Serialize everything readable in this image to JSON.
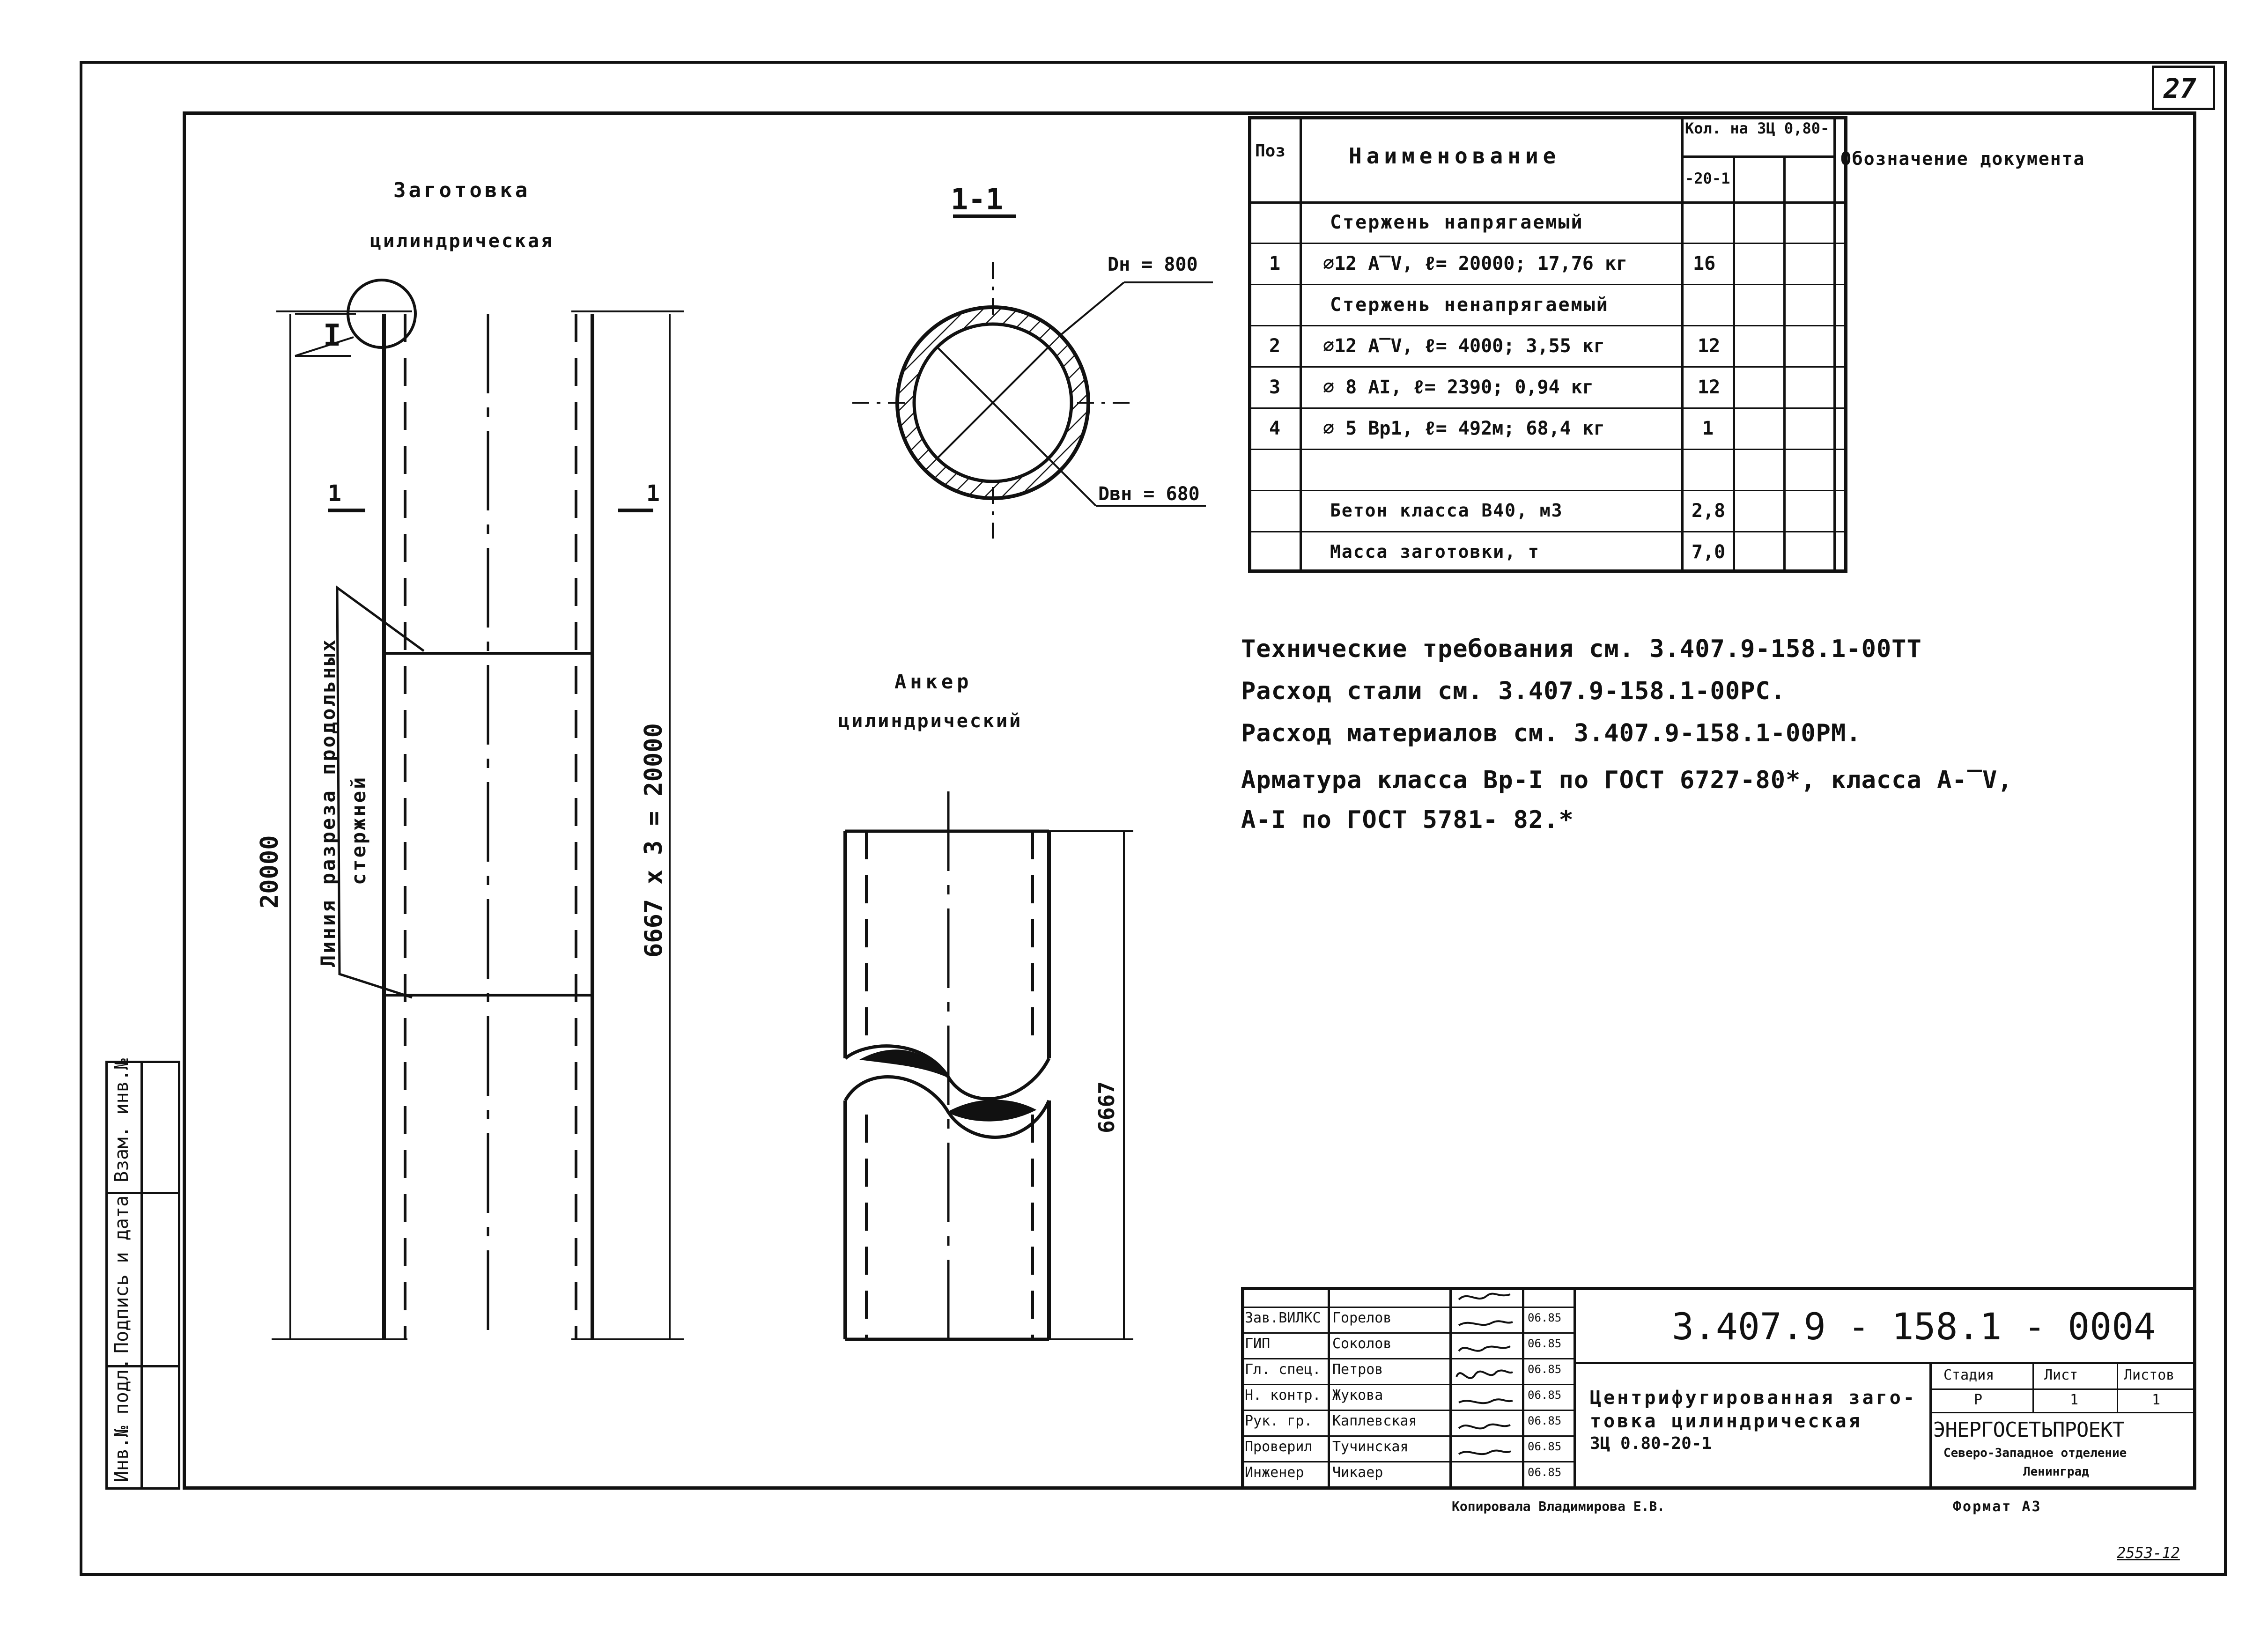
{
  "page": {
    "number": "27"
  },
  "side_stamp": {
    "cells": [
      "Взам. инв.№",
      "Подпись и дата",
      "Инв.№ подл."
    ]
  },
  "billet": {
    "title_line1": "Заготовка",
    "title_line2": "цилиндрическая",
    "node_label": "I",
    "section_mark_left": "1",
    "section_mark_right": "1",
    "cut_line_label_line1": "Линия разреза продольных",
    "cut_line_label_line2": "стержней",
    "dim_total": "20000",
    "dim_segments": "6667 х 3 = 20000"
  },
  "section": {
    "title": "1-1",
    "outer_diameter": "Dн = 800",
    "inner_diameter": "Dвн = 680"
  },
  "anchor": {
    "title_line1": "Анкер",
    "title_line2": "цилиндрический",
    "dim_length": "6667"
  },
  "spec_table": {
    "headers": {
      "pos": "Поз",
      "name": "Наименование",
      "qty_top": "Кол. на ЗЦ 0,80-",
      "qty_sub": "-20-1",
      "doc": "Обозначение документа"
    },
    "rows": [
      {
        "pos": "",
        "name": "Стержень напрягаемый",
        "qty": ""
      },
      {
        "pos": "1",
        "name": "⌀12 А‾V, ℓ= 20000;  17,76 кг",
        "qty": "16"
      },
      {
        "pos": "",
        "name": "Стержень ненапрягаемый",
        "qty": ""
      },
      {
        "pos": "2",
        "name": "⌀12 А‾V,  ℓ= 4000;   3,55 кг",
        "qty": "12"
      },
      {
        "pos": "3",
        "name": "⌀ 8 АI,  ℓ= 2390;    0,94 кг",
        "qty": "12"
      },
      {
        "pos": "4",
        "name": "⌀ 5 Вр1,  ℓ=   492м; 68,4  кг",
        "qty": "1"
      },
      {
        "pos": "",
        "name": "",
        "qty": ""
      },
      {
        "pos": "",
        "name": "Бетон  класса  В40,  м3",
        "qty": "2,8"
      },
      {
        "pos": "",
        "name": "Масса  заготовки,   т",
        "qty": "7,0"
      }
    ]
  },
  "notes": [
    "Технические   требования    см.   3.407.9-158.1-00ТТ",
    "Расход   стали     см.    3.407.9-158.1-00РС.",
    "Расход  материалов  см.  3.407.9-158.1-00РМ.",
    "Арматура   класса    Вр-I   по  ГОСТ 6727-80*,  класса  А-‾V,",
    "А-I   по   ГОСТ   5781- 82.*"
  ],
  "title_block": {
    "doc_code": "3.407.9 - 158.1 - 0004",
    "description_line1": "Центрифугированная заго-",
    "description_line2": "товка   цилиндрическая",
    "description_line3": "ЗЦ 0.80-20-1",
    "stage_label": "Стадия",
    "sheet_label": "Лист",
    "sheets_label": "Листов",
    "stage_value": "Р",
    "sheet_value": "1",
    "sheets_value": "1",
    "org_name": "ЭНЕРГОСЕТЬПРОЕКТ",
    "org_branch_line1": "Северо-Западное отделение",
    "org_branch_line2": "Ленинград",
    "people": [
      {
        "role": "Зав.ВИЛКС",
        "name": "Горелов",
        "date": "06.85"
      },
      {
        "role": "ГИП",
        "name": "Соколов",
        "date": "06.85"
      },
      {
        "role": "Гл. спец.",
        "name": "Петров",
        "date": "06.85"
      },
      {
        "role": "Н. контр.",
        "name": "Жукова",
        "date": "06.85"
      },
      {
        "role": "Рук. гр.",
        "name": "Каплевская",
        "date": "06.85"
      },
      {
        "role": "Проверил",
        "name": "Тучинская",
        "date": "06.85"
      },
      {
        "role": "Инженер",
        "name": "Чикаер",
        "date": "06.85"
      }
    ],
    "copied_by": "Копировала  Владимирова Е.В.",
    "format": "Формат  А3",
    "archive_no": "2553-12"
  }
}
